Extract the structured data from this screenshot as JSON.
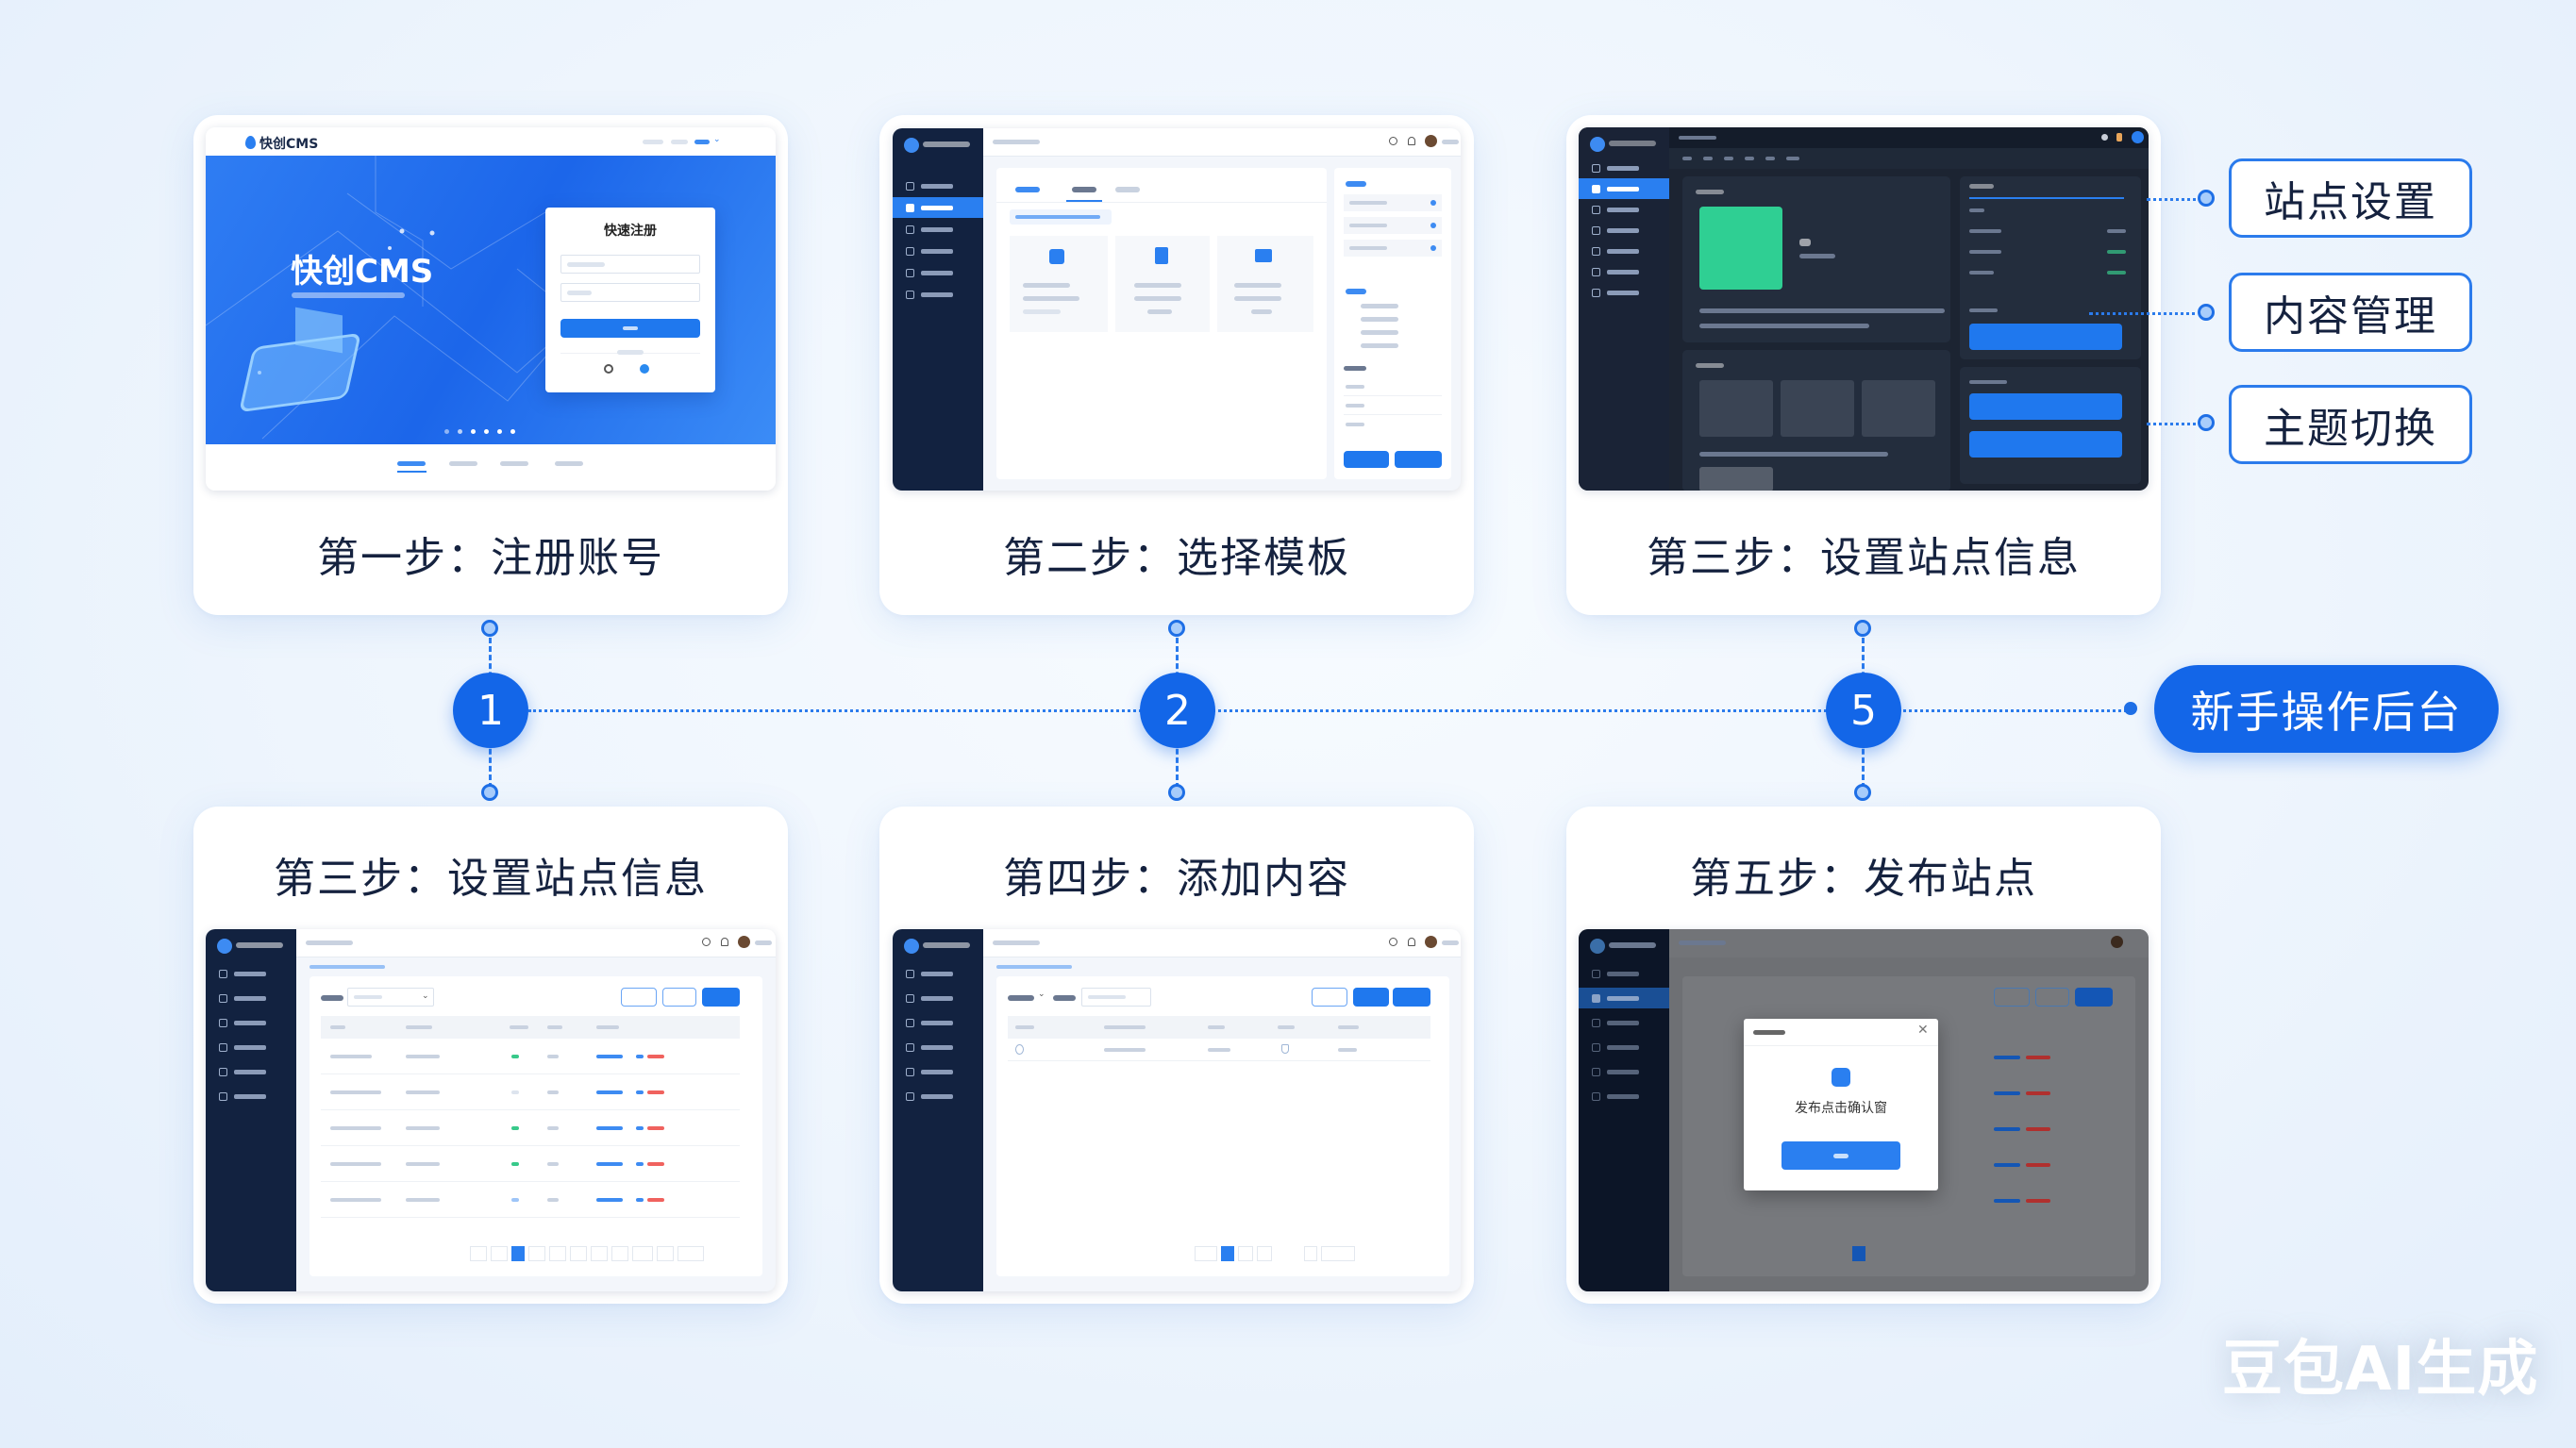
{
  "timeline": {
    "nodes": [
      "1",
      "2",
      "5"
    ],
    "end_label": "新手操作后台"
  },
  "steps": [
    {
      "title": "第一步：注册账号",
      "screen": {
        "brand": "快创CMS",
        "hero_title": "快创CMS",
        "form_title": "快速注册",
        "carousel_dots": 6
      }
    },
    {
      "title": "第二步：选择模板"
    },
    {
      "title": "第三步：设置站点信息"
    },
    {
      "title": "第三步：设置站点信息"
    },
    {
      "title": "第四步：添加内容"
    },
    {
      "title": "第五步：发布站点",
      "screen": {
        "dialog_message": "发布点击确认窗"
      }
    }
  ],
  "features": [
    "站点设置",
    "内容管理",
    "主题切换"
  ],
  "watermark": "豆包AI生成",
  "colors": {
    "accent": "#1366e8",
    "sidebar": "#122240",
    "dark_theme_bg": "#1c2432",
    "success": "#38c98a",
    "danger": "#f0625e",
    "page_bg": "#eef5fd"
  }
}
